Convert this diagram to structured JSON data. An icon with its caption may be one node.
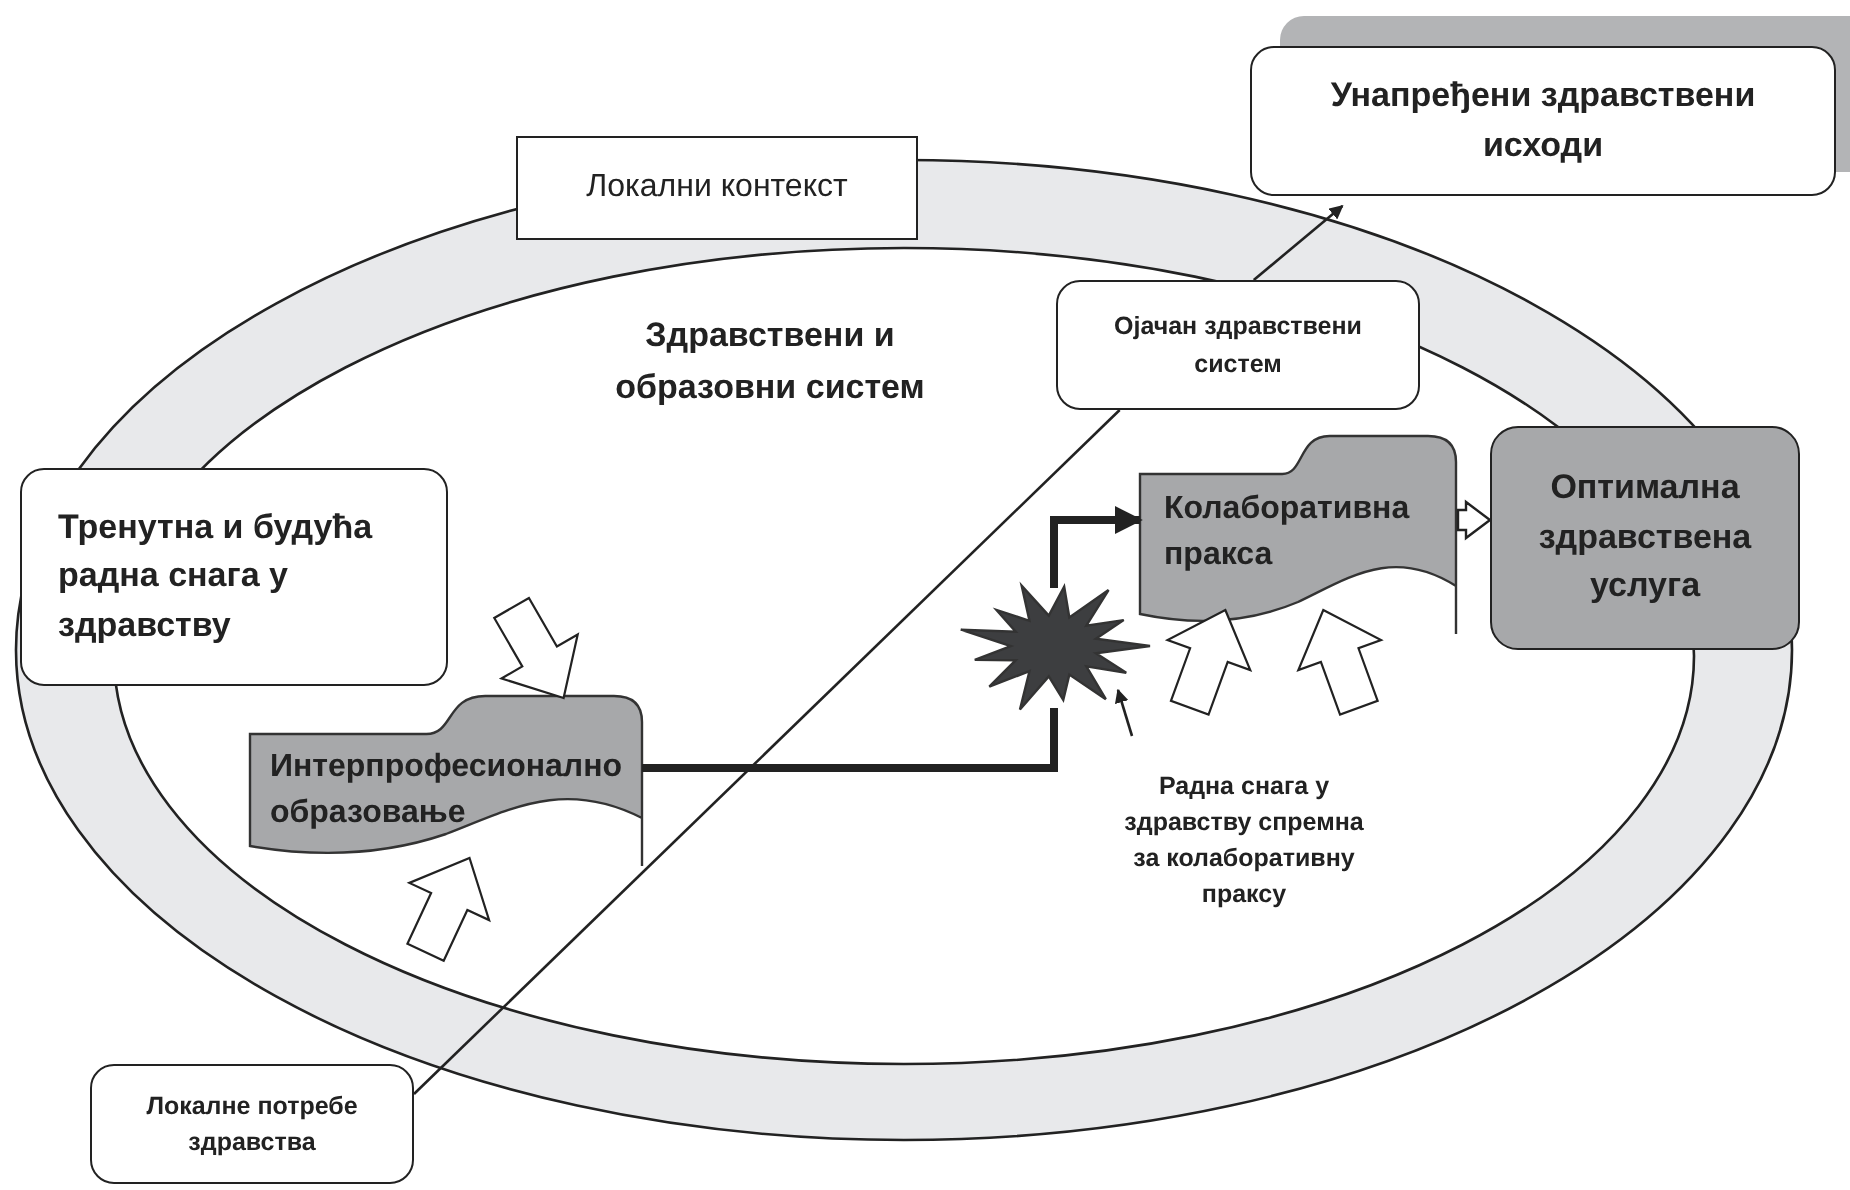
{
  "diagram": {
    "nodes": [
      {
        "text": [
          "Локални контекст"
        ]
      },
      {
        "text": [
          "Унапређени здравствени исходи"
        ]
      },
      {
        "text": [
          "Ојачан здравствени систем"
        ]
      },
      {
        "text": [
          "Тренутна и будућа радна снага у здравству"
        ]
      },
      {
        "text": [
          "Колаборативна пракса"
        ]
      },
      {
        "text": [
          "Оптимална здравствена услуга"
        ]
      },
      {
        "text": [
          "Интерпрофесионално образовање"
        ]
      },
      {
        "text": [],
        "shape": "burst"
      },
      {
        "text": [
          "Радна снага у здравству спремна за колаборативну праксу"
        ]
      },
      {
        "text": [
          "Локалне потребе здравства"
        ]
      }
    ],
    "edges": [
      {
        "from": 9,
        "to": 2,
        "arrow": "none"
      },
      {
        "from": 2,
        "to": 1,
        "arrow": "to"
      },
      {
        "from": 6,
        "to": 7,
        "arrow": "none",
        "style": "thick"
      },
      {
        "from": 7,
        "to": 4,
        "arrow": "to",
        "style": "thick"
      },
      {
        "from": 4,
        "to": 5,
        "arrow": "to"
      },
      {
        "from": 8,
        "to": 7,
        "arrow": "to"
      },
      {
        "from": null,
        "to": 6,
        "arrow": "to"
      },
      {
        "from": null,
        "to": 6,
        "arrow": "to"
      },
      {
        "from": null,
        "to": 4,
        "arrow": "to"
      },
      {
        "from": null,
        "to": 4,
        "arrow": "to"
      }
    ],
    "labels": [
      "Здравствени и образовни систем"
    ]
  }
}
